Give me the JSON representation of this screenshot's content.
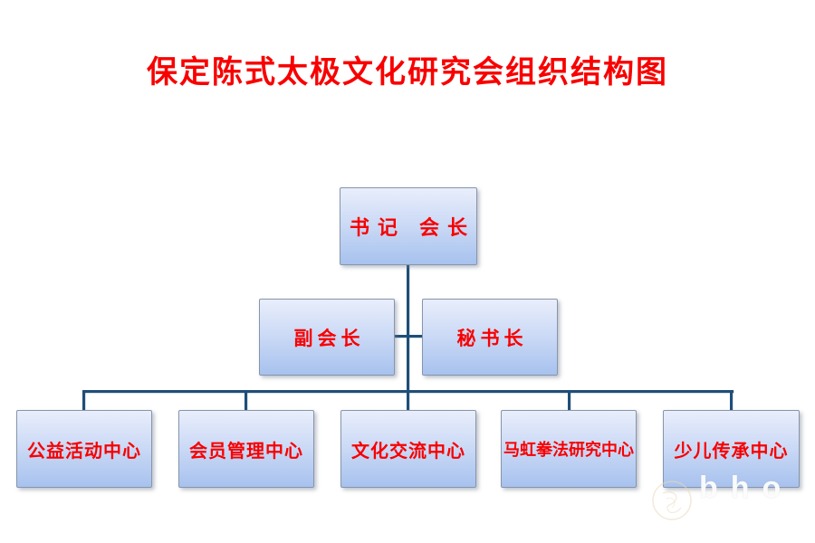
{
  "title": "保定陈式太极文化研究会组织结构图",
  "org": {
    "level1": [
      {
        "id": "chairman",
        "label": "书记 会长"
      }
    ],
    "level2": [
      {
        "id": "vice-president",
        "label": "副会长"
      },
      {
        "id": "secretary-general",
        "label": "秘书长"
      }
    ],
    "level3": [
      {
        "id": "public-welfare-center",
        "label": "公益活动中心"
      },
      {
        "id": "member-management-center",
        "label": "会员管理中心"
      },
      {
        "id": "cultural-exchange-center",
        "label": "文化交流中心"
      },
      {
        "id": "mahong-boxing-research-center",
        "label": "马虹拳法研究中心"
      },
      {
        "id": "children-heritage-center",
        "label": "少儿传承中心"
      }
    ]
  },
  "colors": {
    "title_text": "#f80000",
    "node_text": "#f80000",
    "node_border": "#8795aa",
    "node_fill_top": "#e9eefb",
    "node_fill_bottom": "#a7c2ee",
    "connector_line": "#1f4e79",
    "background": "#ffffff"
  },
  "watermark": {
    "text": "bho"
  }
}
